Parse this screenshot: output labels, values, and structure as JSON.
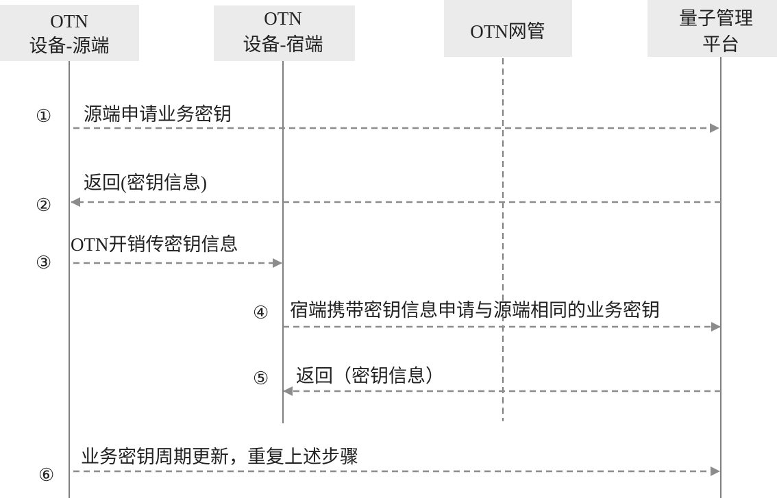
{
  "participants": [
    {
      "line1": "OTN",
      "line2": "设备-源端"
    },
    {
      "line1": "OTN",
      "line2": "设备-宿端"
    },
    {
      "line1": "OTN网管",
      "line2": ""
    },
    {
      "line1": "量子管理",
      "line2": "平台"
    }
  ],
  "messages": [
    {
      "num": "①",
      "label": "源端申请业务密钥",
      "from": "OTN设备-源端",
      "to": "量子管理平台"
    },
    {
      "num": "②",
      "label": "返回(密钥信息)",
      "from": "量子管理平台",
      "to": "OTN设备-源端"
    },
    {
      "num": "③",
      "label": "OTN开销传密钥信息",
      "from": "OTN设备-源端",
      "to": "OTN设备-宿端"
    },
    {
      "num": "④",
      "label": "宿端携带密钥信息申请与源端相同的业务密钥",
      "from": "OTN设备-宿端",
      "to": "量子管理平台"
    },
    {
      "num": "⑤",
      "label": "返回（密钥信息）",
      "from": "量子管理平台",
      "to": "OTN设备-宿端"
    },
    {
      "num": "⑥",
      "label": "业务密钥周期更新，重复上述步骤",
      "from": "OTN设备-源端",
      "to": "量子管理平台"
    }
  ],
  "colors": {
    "header_bg": "#ebebeb",
    "arrow": "#8c8c8c",
    "lifeline": "#555555"
  }
}
